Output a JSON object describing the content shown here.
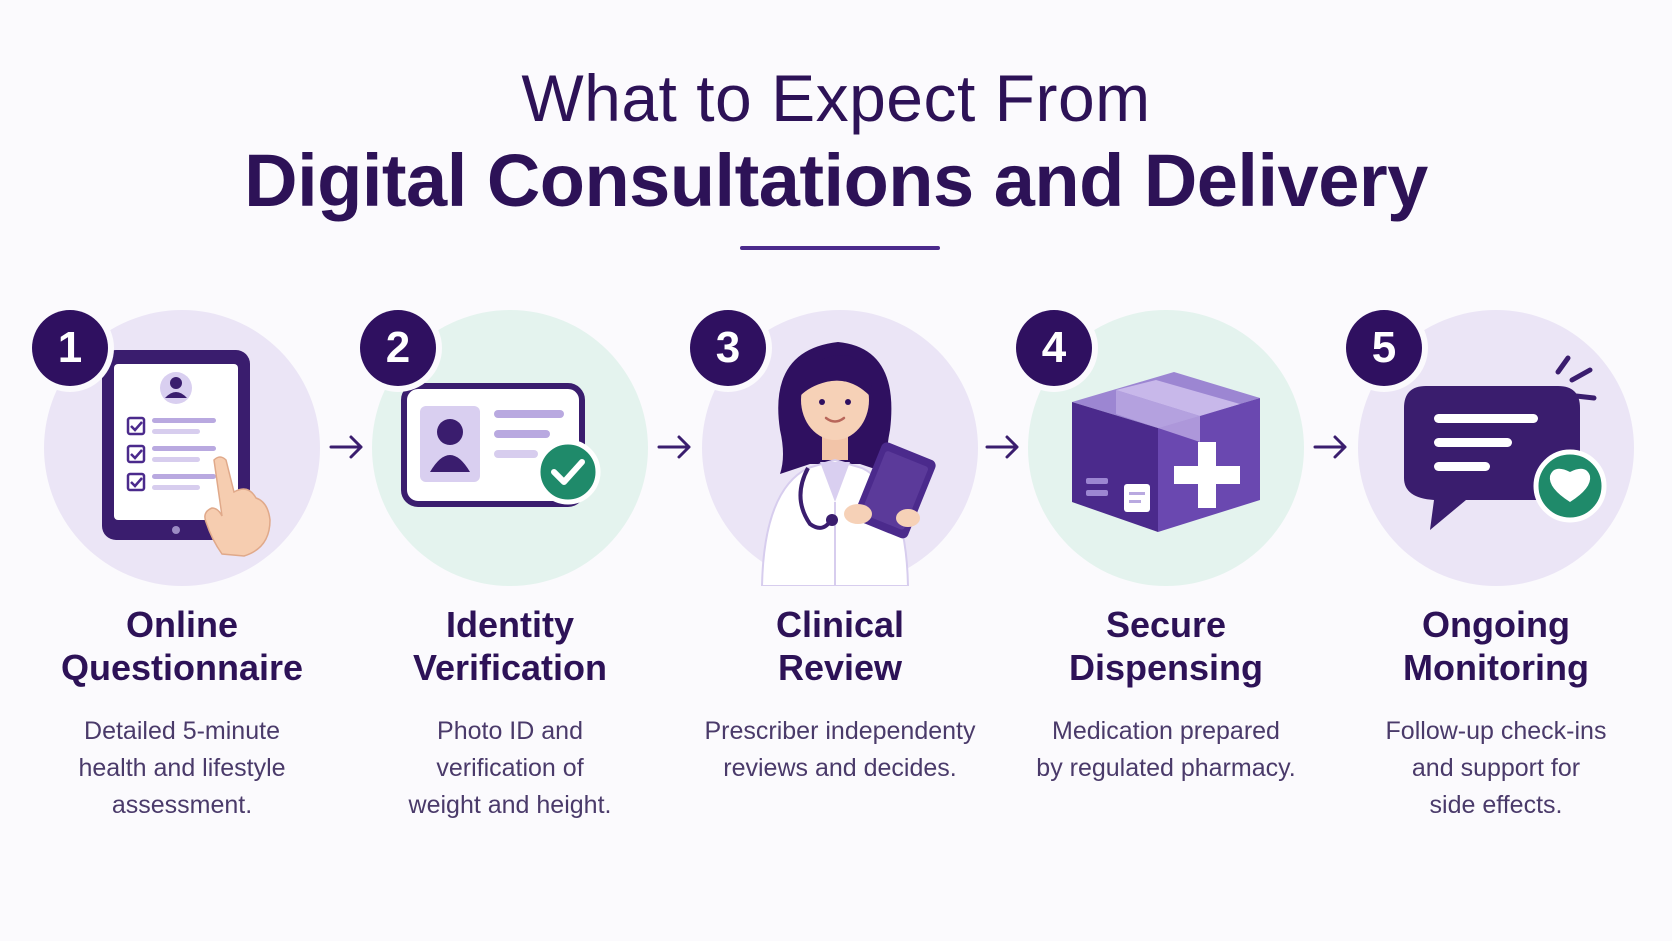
{
  "title": {
    "line1": "What to Expect From",
    "line2": "Digital Consultations and Delivery"
  },
  "colors": {
    "primary": "#2d1257",
    "accent": "#5b3a9a",
    "light_purple": "#ebe5f6",
    "mint": "#e4f3ee",
    "teal": "#1f8a6a"
  },
  "steps": [
    {
      "number": "1",
      "title_line1": "Online",
      "title_line2": "Questionnaire",
      "desc_line1": "Detailed 5-minute",
      "desc_line2": "health and lifestyle",
      "desc_line3": "assessment.",
      "icon": "tablet-checklist-icon"
    },
    {
      "number": "2",
      "title_line1": "Identity",
      "title_line2": "Verification",
      "desc_line1": "Photo ID and",
      "desc_line2": "verification of",
      "desc_line3": "weight and height.",
      "icon": "id-card-check-icon"
    },
    {
      "number": "3",
      "title_line1": "Clinical",
      "title_line2": "Review",
      "desc_line1": "Prescriber independenty",
      "desc_line2": "reviews and decides.",
      "desc_line3": "",
      "icon": "doctor-clipboard-icon"
    },
    {
      "number": "4",
      "title_line1": "Secure",
      "title_line2": "Dispensing",
      "desc_line1": "Medication prepared",
      "desc_line2": "by regulated pharmacy.",
      "desc_line3": "",
      "icon": "medical-package-icon"
    },
    {
      "number": "5",
      "title_line1": "Ongoing",
      "title_line2": "Monitoring",
      "desc_line1": "Follow-up check-ins",
      "desc_line2": "and support for",
      "desc_line3": "side effects.",
      "icon": "chat-heart-icon"
    }
  ]
}
